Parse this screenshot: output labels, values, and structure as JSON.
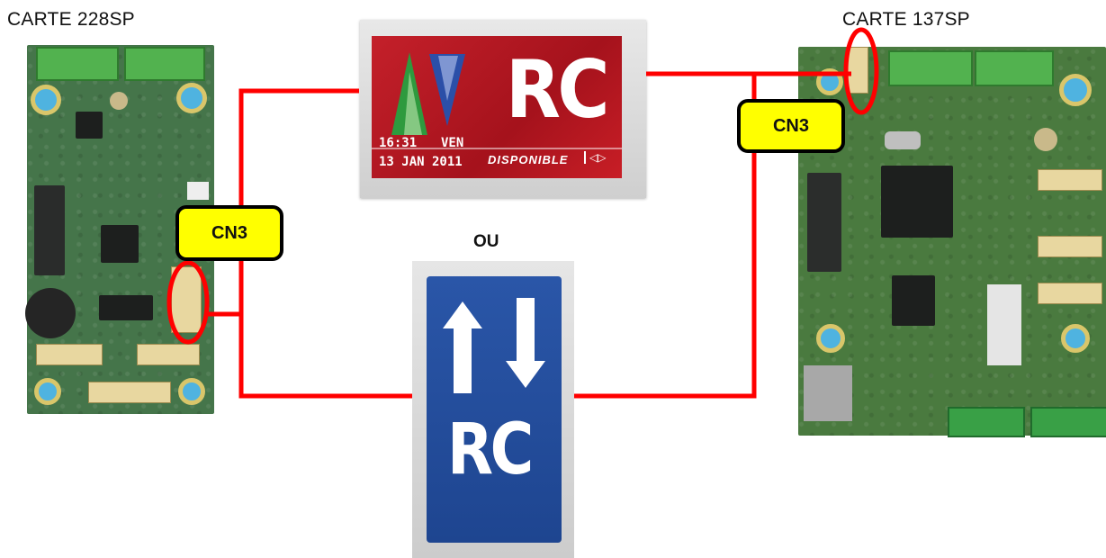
{
  "labels": {
    "board_left": "CARTE 228SP",
    "board_right": "CARTE 137SP",
    "or": "OU",
    "connector_left": "CN3",
    "connector_right": "CN3"
  },
  "display_rc": {
    "title": "RC",
    "time": "16:31",
    "day": "VEN",
    "date": "13 JAN 2011",
    "status": "DISPONIBLE",
    "arrows": "◁▷"
  },
  "indicator": {
    "title": "RC"
  },
  "colors": {
    "wire": "#ff0000",
    "tag_fill": "#ffff00",
    "tag_border": "#000000",
    "display_red": "#c4202a",
    "indicator_blue": "#2a56a8"
  }
}
